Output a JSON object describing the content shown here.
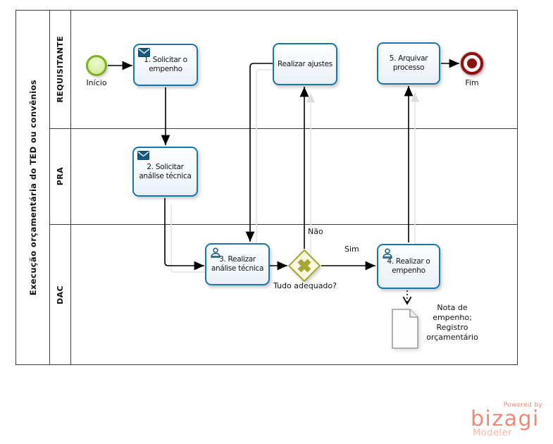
{
  "pool": {
    "title": "Execução orçamentária do TED ou convênios"
  },
  "lanes": [
    {
      "label": "REQUISITANTE"
    },
    {
      "label": "PRA"
    },
    {
      "label": "DAC"
    }
  ],
  "events": {
    "start": {
      "label": "Início"
    },
    "end": {
      "label": "Fim"
    }
  },
  "tasks": [
    {
      "label": "1. Solicitar o empenho",
      "icon": "message-icon"
    },
    {
      "label": "2. Solicitar análise técnica",
      "icon": "message-icon"
    },
    {
      "label": "3. Realizar análise técnica",
      "icon": "user-task-icon"
    },
    {
      "label": "Realizar ajustes",
      "icon": null
    },
    {
      "label": "4. Realizar o empenho",
      "icon": "user-task-icon"
    },
    {
      "label": "5. Arquivar processo",
      "icon": null
    }
  ],
  "gateway": {
    "label": "Tudo adequado?",
    "branch_no": "Não",
    "branch_yes": "Sim"
  },
  "data_object": {
    "label": "Nota de empenho; Registro orçamentário"
  },
  "branding": {
    "powered_by": "Powered by",
    "brand": "bizagi",
    "product": "Modeler"
  },
  "colors": {
    "task_border": "#1b76a6",
    "task_fill": "#f3f7fc",
    "icon_blue": "#14597f",
    "start_border": "#7fae24",
    "start_fill": "#dcf0a6",
    "end_red": "#8d1010",
    "gateway_border": "#a6a636",
    "gateway_fill": "#f7f7dd",
    "line": "#000000",
    "brand_coral": "#ef8878",
    "brand_light": "#f6b7aa"
  }
}
